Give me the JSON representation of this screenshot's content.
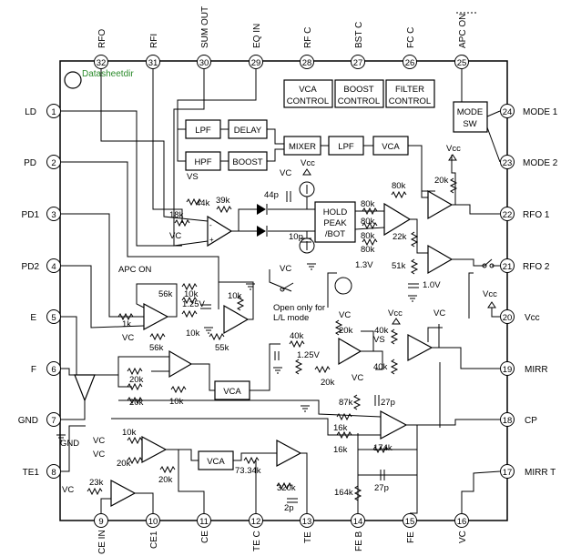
{
  "watermark": "Datasheetdir",
  "pins": [
    {
      "num": "1",
      "name": "LD"
    },
    {
      "num": "2",
      "name": "PD"
    },
    {
      "num": "3",
      "name": "PD1"
    },
    {
      "num": "4",
      "name": "PD2"
    },
    {
      "num": "5",
      "name": "E"
    },
    {
      "num": "6",
      "name": "F"
    },
    {
      "num": "7",
      "name": "GND"
    },
    {
      "num": "8",
      "name": "TE1"
    },
    {
      "num": "9",
      "name": "CE IN"
    },
    {
      "num": "10",
      "name": "CE1"
    },
    {
      "num": "11",
      "name": "CE"
    },
    {
      "num": "12",
      "name": "TE C"
    },
    {
      "num": "13",
      "name": "TE"
    },
    {
      "num": "14",
      "name": "FE B"
    },
    {
      "num": "15",
      "name": "FE"
    },
    {
      "num": "16",
      "name": "VC"
    },
    {
      "num": "17",
      "name": "MIRR T"
    },
    {
      "num": "18",
      "name": "CP"
    },
    {
      "num": "19",
      "name": "MIRR"
    },
    {
      "num": "20",
      "name": "Vcc"
    },
    {
      "num": "21",
      "name": "RFO 2"
    },
    {
      "num": "22",
      "name": "RFO 1"
    },
    {
      "num": "23",
      "name": "MODE 2"
    },
    {
      "num": "24",
      "name": "MODE 1"
    },
    {
      "num": "25",
      "name": "APC ON"
    },
    {
      "num": "26",
      "name": "FC C"
    },
    {
      "num": "27",
      "name": "BST C"
    },
    {
      "num": "28",
      "name": "RF C"
    },
    {
      "num": "29",
      "name": "EQ IN"
    },
    {
      "num": "30",
      "name": "SUM OUT"
    },
    {
      "num": "31",
      "name": "RFI"
    },
    {
      "num": "32",
      "name": "RFO"
    }
  ],
  "blocks": {
    "vca_control": [
      "VCA",
      "CONTROL"
    ],
    "boost_control": [
      "BOOST",
      "CONTROL"
    ],
    "filter_control": [
      "FILTER",
      "CONTROL"
    ],
    "mode_sw": [
      "MODE",
      "SW"
    ],
    "lpf_top": "LPF",
    "delay": "DELAY",
    "hpf": "HPF",
    "boost": "BOOST",
    "mixer": "MIXER",
    "lpf_mid": "LPF",
    "vca_top": "VCA",
    "hold_peak": [
      "HOLD",
      "PEAK",
      "/BOT"
    ],
    "vca_left": "VCA",
    "vca_bottom": "VCA"
  },
  "labels": {
    "vs1": "VS",
    "r44k": "44k",
    "r39k": "39k",
    "r18k": "18k",
    "vc1": "VC",
    "vc2": "VC",
    "vcc1": "Vcc",
    "c44p": "44p",
    "r80k1": "80k",
    "r80k2": "80k",
    "r80k3": "80k",
    "r80k4": "80k",
    "r80k5": "80k",
    "r22k": "22k",
    "r51k": "51k",
    "c10p": "10p",
    "vc3": "VC",
    "v13": "1.3V",
    "v10": "1.0V",
    "vcc2": "Vcc",
    "r20k_top": "20k",
    "apc_on": "APC ON",
    "r56k1": "56k",
    "r10k1": "10k",
    "v125a": "1.25V",
    "r10k_r": "10k",
    "r1k": "1k",
    "vc4": "VC",
    "r56k2": "56k",
    "r10k2": "10k",
    "r55k": "55k",
    "open_note": [
      "Open only for",
      "L/L mode"
    ],
    "vc5": "VC",
    "r20k_m": "20k",
    "r40k1": "40k",
    "v125b": "1.25V",
    "vs2": "VS",
    "vcc3": "Vcc",
    "vc6": "VC",
    "r40k2": "40k",
    "r40k3": "40k",
    "r20k_m2": "20k",
    "r20k_f1": "20k",
    "r20k_f2": "20k",
    "r10k_f": "10k",
    "vc7": "VC",
    "r87k": "87k",
    "c27p1": "27p",
    "r16k1": "16k",
    "r16k2": "16k",
    "r174k": "174k",
    "c27p2": "27p",
    "r164k": "164k",
    "vc8": "VC",
    "r10k_b": "10k",
    "r20k_b1": "20k",
    "r20k_b2": "20k",
    "vc9": "VC",
    "r23k": "23k",
    "vc10": "VC",
    "r7334k": "73.34k",
    "r320k": "320k",
    "c2p": "2p",
    "gnd": "GND",
    "vcc4": "Vcc"
  }
}
